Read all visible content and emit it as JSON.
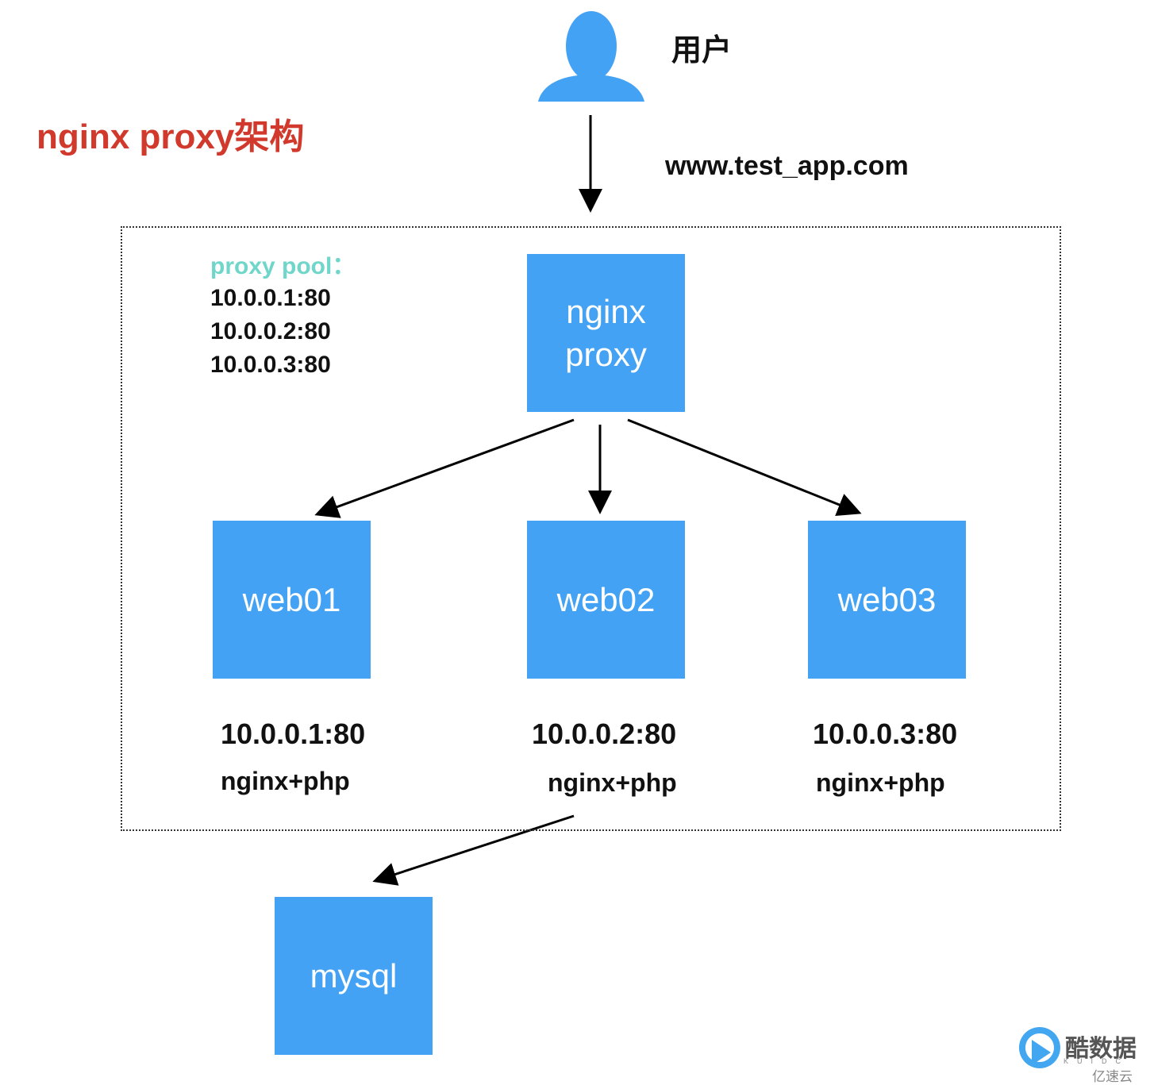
{
  "title": "nginx proxy架构",
  "user": {
    "label": "用户",
    "icon": "user-icon"
  },
  "domain": "www.test_app.com",
  "proxy_pool": {
    "title": "proxy pool：",
    "entries": [
      "10.0.0.1:80",
      "10.0.0.2:80",
      "10.0.0.3:80"
    ]
  },
  "nodes": {
    "proxy": {
      "line1": "nginx",
      "line2": "proxy"
    },
    "web01": {
      "label": "web01",
      "address": "10.0.0.1:80",
      "role": "nginx+php"
    },
    "web02": {
      "label": "web02",
      "address": "10.0.0.2:80",
      "role": "nginx+php"
    },
    "web03": {
      "label": "web03",
      "address": "10.0.0.3:80",
      "role": "nginx+php"
    },
    "mysql": {
      "label": "mysql"
    }
  },
  "watermark": {
    "text": "酷数据",
    "sub": "KUIDC",
    "sub2": "亿速云",
    "icon": "brand-logo-icon"
  },
  "colors": {
    "node": "#44a2f5",
    "title": "#d0392b",
    "pool_title": "#6fd6c9",
    "arrow": "#000000"
  }
}
